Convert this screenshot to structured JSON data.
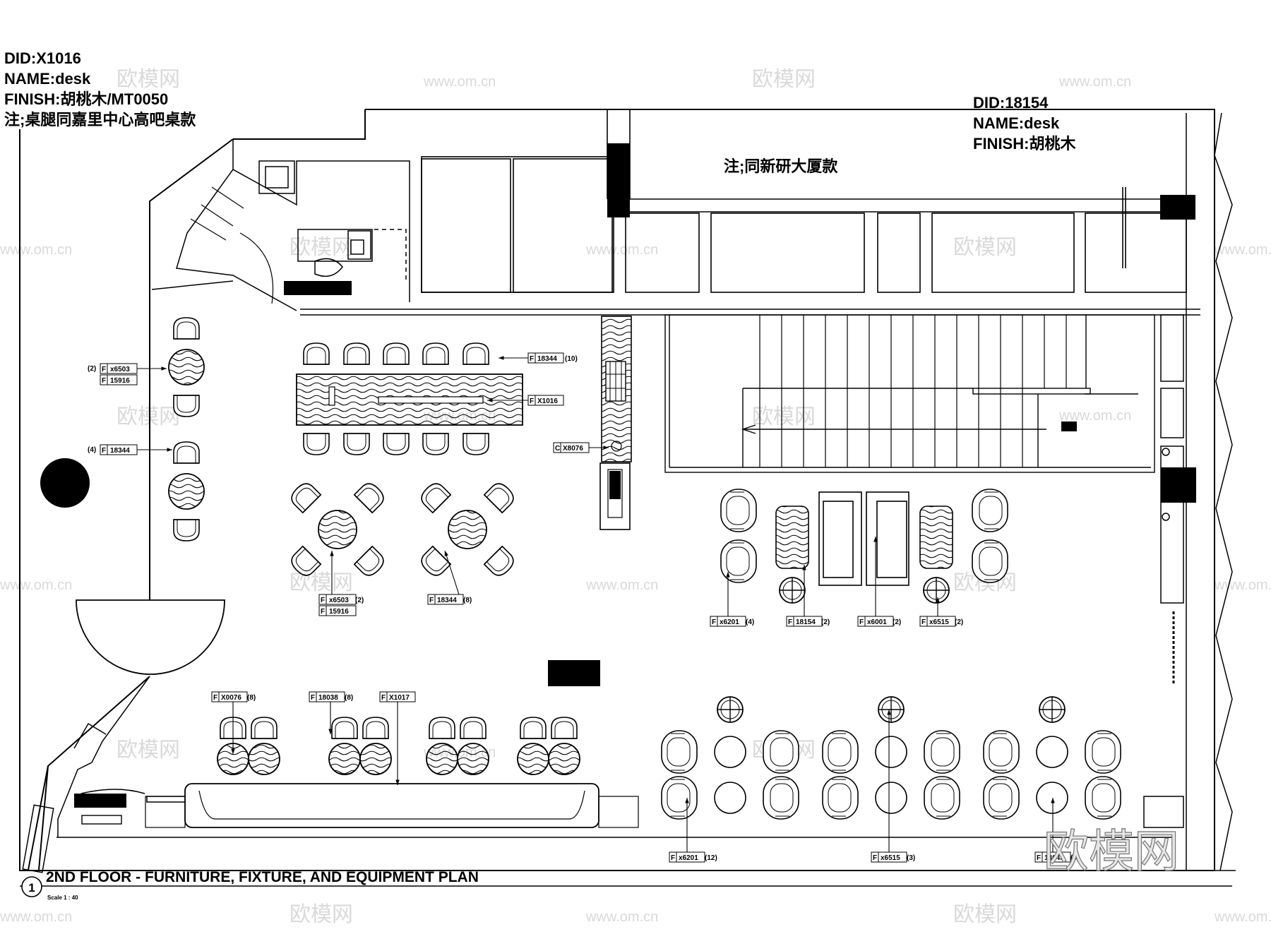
{
  "notes": {
    "left": {
      "did": "DID:X1016",
      "name": "NAME:desk",
      "finish": "FINISH:胡桃木/MT0050",
      "remark": "注;桌腿同嘉里中心高吧桌款"
    },
    "right": {
      "did": "DID:18154",
      "name": "NAME:desk",
      "finish": "FINISH:胡桃木"
    },
    "center_remark": "注;同新研大厦款"
  },
  "tags": [
    {
      "prefix": "(2)",
      "code": "x6503",
      "sub": "15916"
    },
    {
      "prefix": "(4)",
      "code": "18344"
    },
    {
      "code": "18344",
      "suffix": "(10)"
    },
    {
      "code": "X1016"
    },
    {
      "letter": "C",
      "code": "X8076"
    },
    {
      "code": "x6503",
      "suffix": "(2)",
      "sub": "15916"
    },
    {
      "code": "18344",
      "suffix": "(8)"
    },
    {
      "code": "x6201",
      "suffix": "(4)"
    },
    {
      "code": "18154",
      "suffix": "(2)"
    },
    {
      "code": "x6001",
      "suffix": "(2)"
    },
    {
      "code": "x6515",
      "suffix": "(2)"
    },
    {
      "code": "X0076",
      "suffix": "(8)"
    },
    {
      "code": "18038",
      "suffix": "(8)"
    },
    {
      "code": "X1017"
    },
    {
      "code": "x6201",
      "suffix": "(12)"
    },
    {
      "code": "x6515",
      "suffix": "(3)"
    },
    {
      "code": "18043",
      "suffix": "(3)"
    }
  ],
  "title": {
    "number": "1",
    "text": "2ND FLOOR - FURNITURE, FIXTURE, AND EQUIPMENT PLAN",
    "scale": "Scale 1 : 40"
  },
  "watermark": {
    "brand": "欧模网",
    "url": "www.om.cn"
  }
}
